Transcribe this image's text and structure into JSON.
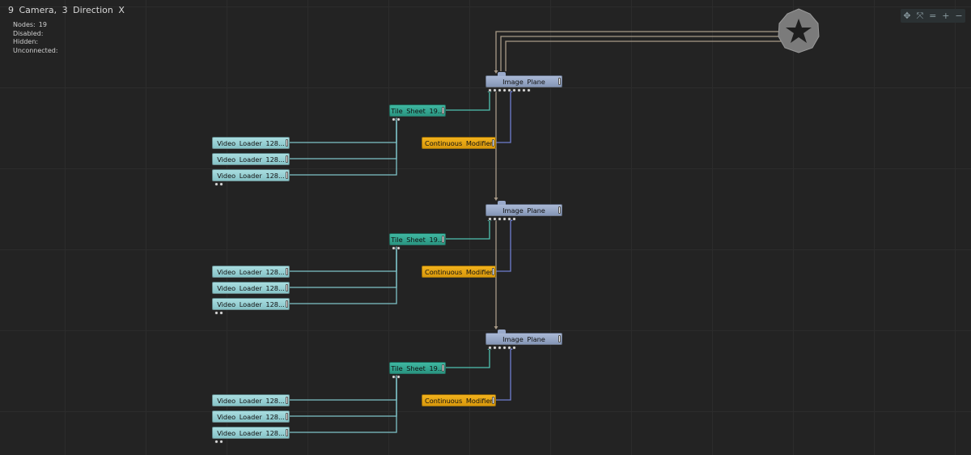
{
  "graph": {
    "title": "9  Camera,  3  Direction  X",
    "stats": [
      {
        "label": "Nodes:",
        "value": "19"
      },
      {
        "label": "Disabled:",
        "value": ""
      },
      {
        "label": "Hidden:",
        "value": ""
      },
      {
        "label": "Unconnected:",
        "value": ""
      }
    ]
  },
  "toolbar_icons": [
    "move-icon",
    "fit-icon",
    "equals-icon",
    "zoom-in-icon",
    "zoom-out-icon"
  ],
  "toolbar_glyphs": [
    "✥",
    "⤧",
    "=",
    "+",
    "−"
  ],
  "logo_icon": "notch-logo-icon",
  "labels": {
    "video_loader": "Video  Loader  128...",
    "tile_sheet": "Tile  Sheet  19...",
    "continuous_modifier": "Continuous  Modifier",
    "image_plane": "Image  Plane"
  },
  "colors": {
    "background": "#232323",
    "video_loader": "#9fd5d9",
    "tile_sheet": "#35a892",
    "continuous_modifier": "#eaa815",
    "image_plane": "#9cacca",
    "wire_video": "#7fc3c8",
    "wire_tile": "#4fc1b1",
    "wire_modifier": "#6f7fd0",
    "wire_chain": "#a89a88"
  }
}
